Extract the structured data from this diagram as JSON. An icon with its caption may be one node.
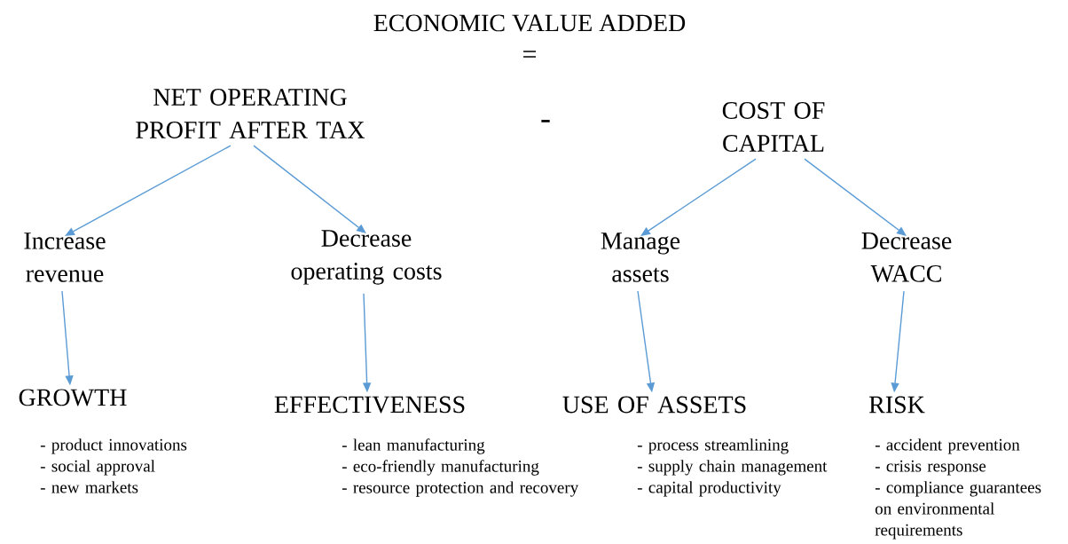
{
  "diagram": {
    "title": "ECONOMIC VALUE ADDED",
    "nodes": [
      {
        "text": [
          "NET OPERATING PROFIT AFTER TAX"
        ]
      },
      {
        "text": [
          "COST OF CAPITAL"
        ]
      },
      {
        "text": [
          "Increase revenue"
        ]
      },
      {
        "text": [
          "Decrease operating costs"
        ]
      },
      {
        "text": [
          "Manage assets"
        ]
      },
      {
        "text": [
          "Decrease WACC"
        ]
      },
      {
        "text": [
          "GROWTH"
        ],
        "beside": [
          "- product innovations",
          "- social approval",
          "- new markets"
        ]
      },
      {
        "text": [
          "EFFECTIVENESS"
        ],
        "beside": [
          "- lean manufacturing",
          "- eco-friendly manufacturing",
          "- resource protection and recovery"
        ]
      },
      {
        "text": [
          "USE OF ASSETS"
        ],
        "beside": [
          "- process streamlining",
          "- supply chain management",
          "- capital productivity"
        ]
      },
      {
        "text": [
          "RISK"
        ],
        "beside": [
          "- accident prevention",
          "- crisis response",
          "- compliance guarantees on environmental requirements"
        ]
      }
    ],
    "edges": [
      {
        "from": 0,
        "to": 2,
        "arrow": "to"
      },
      {
        "from": 0,
        "to": 3,
        "arrow": "to"
      },
      {
        "from": 1,
        "to": 4,
        "arrow": "to"
      },
      {
        "from": 1,
        "to": 5,
        "arrow": "to"
      },
      {
        "from": 2,
        "to": 6,
        "arrow": "to"
      },
      {
        "from": 3,
        "to": 7,
        "arrow": "to"
      },
      {
        "from": 4,
        "to": 8,
        "arrow": "to"
      },
      {
        "from": 5,
        "to": 9,
        "arrow": "to"
      }
    ],
    "labels": [
      "=",
      "-"
    ]
  }
}
